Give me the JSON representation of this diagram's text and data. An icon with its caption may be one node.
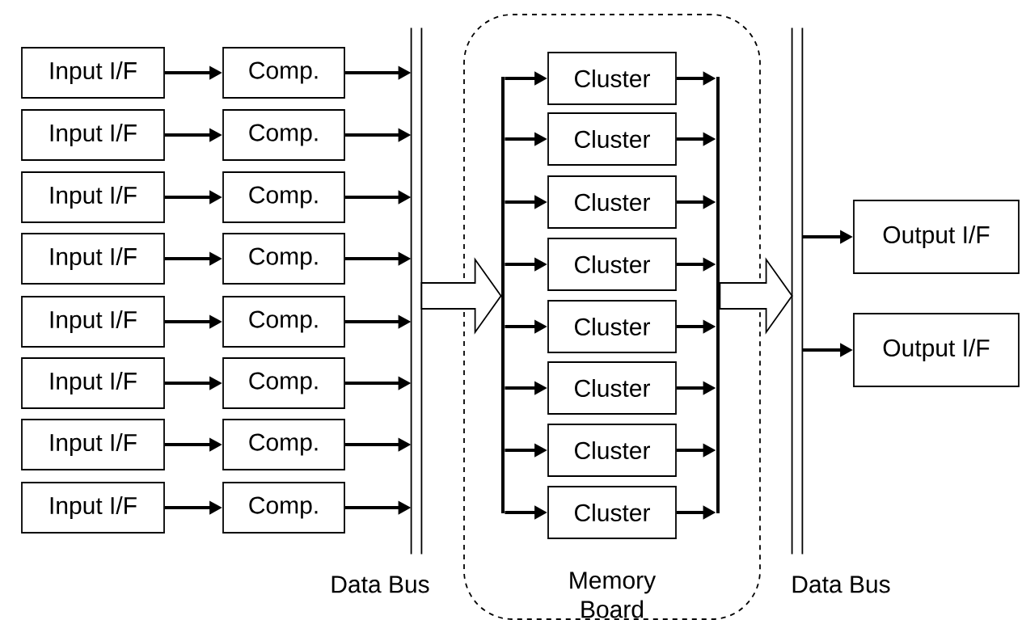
{
  "diagram": {
    "nodes": [
      {
        "text": [
          "Input I/F"
        ]
      },
      {
        "text": [
          "Input I/F"
        ]
      },
      {
        "text": [
          "Input I/F"
        ]
      },
      {
        "text": [
          "Input I/F"
        ]
      },
      {
        "text": [
          "Input I/F"
        ]
      },
      {
        "text": [
          "Input I/F"
        ]
      },
      {
        "text": [
          "Input I/F"
        ]
      },
      {
        "text": [
          "Input I/F"
        ]
      },
      {
        "text": [
          "Comp."
        ]
      },
      {
        "text": [
          "Comp."
        ]
      },
      {
        "text": [
          "Comp."
        ]
      },
      {
        "text": [
          "Comp."
        ]
      },
      {
        "text": [
          "Comp."
        ]
      },
      {
        "text": [
          "Comp."
        ]
      },
      {
        "text": [
          "Comp."
        ]
      },
      {
        "text": [
          "Comp."
        ]
      },
      {
        "text": [
          "Data Bus"
        ]
      },
      {
        "text": [
          "Memory Board"
        ]
      },
      {
        "text": [],
        "shape": "bar",
        "in": 17
      },
      {
        "text": [
          "Cluster"
        ],
        "in": 17
      },
      {
        "text": [
          "Cluster"
        ],
        "in": 17
      },
      {
        "text": [
          "Cluster"
        ],
        "in": 17
      },
      {
        "text": [
          "Cluster"
        ],
        "in": 17
      },
      {
        "text": [
          "Cluster"
        ],
        "in": 17
      },
      {
        "text": [
          "Cluster"
        ],
        "in": 17
      },
      {
        "text": [
          "Cluster"
        ],
        "in": 17
      },
      {
        "text": [
          "Cluster"
        ],
        "in": 17
      },
      {
        "text": [],
        "shape": "bar",
        "in": 17
      },
      {
        "text": [
          "Data Bus"
        ]
      },
      {
        "text": [
          "Output I/F"
        ]
      },
      {
        "text": [
          "Output I/F"
        ]
      }
    ],
    "edges": [
      {
        "from": 0,
        "to": 8,
        "arrow": "to"
      },
      {
        "from": 1,
        "to": 9,
        "arrow": "to"
      },
      {
        "from": 2,
        "to": 10,
        "arrow": "to"
      },
      {
        "from": 3,
        "to": 11,
        "arrow": "to"
      },
      {
        "from": 4,
        "to": 12,
        "arrow": "to"
      },
      {
        "from": 5,
        "to": 13,
        "arrow": "to"
      },
      {
        "from": 6,
        "to": 14,
        "arrow": "to"
      },
      {
        "from": 7,
        "to": 15,
        "arrow": "to"
      },
      {
        "from": 8,
        "to": 16,
        "arrow": "to"
      },
      {
        "from": 9,
        "to": 16,
        "arrow": "to"
      },
      {
        "from": 10,
        "to": 16,
        "arrow": "to"
      },
      {
        "from": 11,
        "to": 16,
        "arrow": "to"
      },
      {
        "from": 12,
        "to": 16,
        "arrow": "to"
      },
      {
        "from": 13,
        "to": 16,
        "arrow": "to"
      },
      {
        "from": 14,
        "to": 16,
        "arrow": "to"
      },
      {
        "from": 15,
        "to": 16,
        "arrow": "to"
      },
      {
        "from": 16,
        "to": 18,
        "arrow": "to",
        "style": "thick"
      },
      {
        "from": 18,
        "to": 19,
        "arrow": "to"
      },
      {
        "from": 18,
        "to": 20,
        "arrow": "to"
      },
      {
        "from": 18,
        "to": 21,
        "arrow": "to"
      },
      {
        "from": 18,
        "to": 22,
        "arrow": "to"
      },
      {
        "from": 18,
        "to": 23,
        "arrow": "to"
      },
      {
        "from": 18,
        "to": 24,
        "arrow": "to"
      },
      {
        "from": 18,
        "to": 25,
        "arrow": "to"
      },
      {
        "from": 18,
        "to": 26,
        "arrow": "to"
      },
      {
        "from": 19,
        "to": 27,
        "arrow": "to"
      },
      {
        "from": 20,
        "to": 27,
        "arrow": "to"
      },
      {
        "from": 21,
        "to": 27,
        "arrow": "to"
      },
      {
        "from": 22,
        "to": 27,
        "arrow": "to"
      },
      {
        "from": 23,
        "to": 27,
        "arrow": "to"
      },
      {
        "from": 24,
        "to": 27,
        "arrow": "to"
      },
      {
        "from": 25,
        "to": 27,
        "arrow": "to"
      },
      {
        "from": 26,
        "to": 27,
        "arrow": "to"
      },
      {
        "from": 27,
        "to": 28,
        "arrow": "to",
        "style": "thick"
      },
      {
        "from": 28,
        "to": 29,
        "arrow": "to"
      },
      {
        "from": 28,
        "to": 30,
        "arrow": "to"
      }
    ]
  }
}
